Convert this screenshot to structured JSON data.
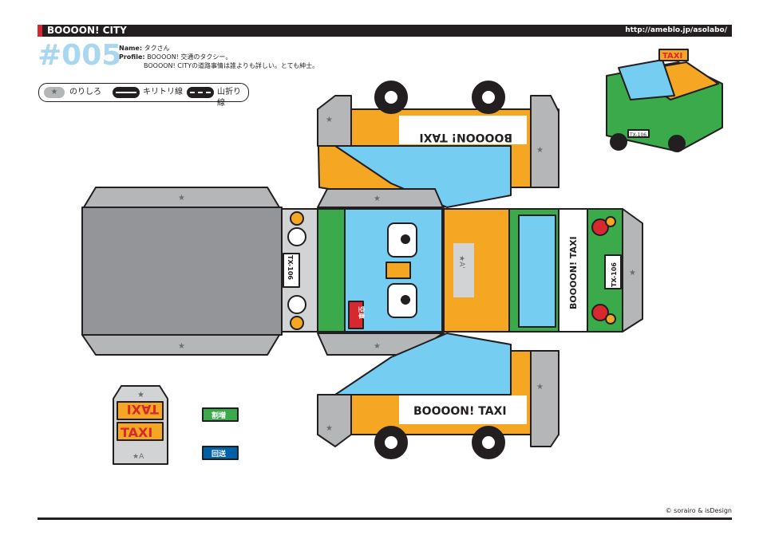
{
  "header": {
    "brand": "BOOOON! CITY",
    "url": "http://ameblo.jp/asolabo/"
  },
  "number": "#005",
  "profile": {
    "name_label": "Name:",
    "name_value": "タクさん",
    "profile_label": "Profile:",
    "line1": "BOOOON! 交通のタクシー。",
    "line2": "BOOOON! CITYの道路事情は誰よりも詳しい。とても紳士。"
  },
  "legend": {
    "glue": "のりしろ",
    "cut": "キリトリ線",
    "fold": "山折り線"
  },
  "parts": {
    "brand_taxi": "BOOOON! TAXI",
    "plate": "TX-106",
    "sign": "TAXI",
    "tab_a": "★A",
    "tab_a_prime": "★A'",
    "sign_badge_green": "割増",
    "sign_badge_blue": "回送",
    "roof_badge": "空車",
    "preview_sign": "TAXI",
    "preview_plate": "TX-106"
  },
  "colors": {
    "orange": "#f5a623",
    "blue": "#75cdf2",
    "green": "#3aaa4b",
    "gray": "#9d9fa2",
    "dark": "#231f20",
    "red": "#d7282f",
    "header_accent": "#d7282f",
    "number": "#a8d7ef"
  },
  "icons": [
    "star-icon",
    "wheel-icon",
    "headlight-icon",
    "eyes-icon"
  ],
  "footer": {
    "copyright": "© sorairo & isDesign"
  }
}
